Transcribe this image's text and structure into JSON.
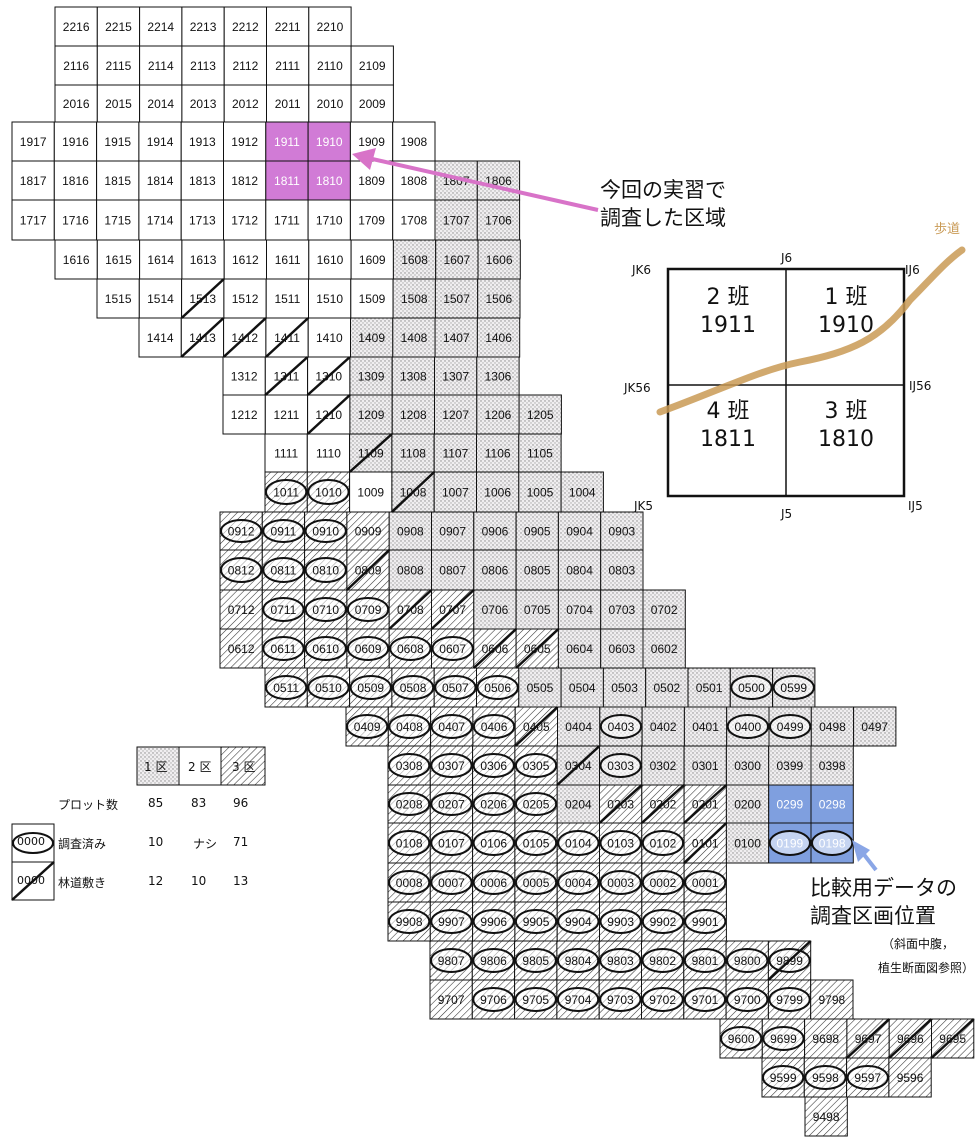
{
  "grid_rows": [
    {
      "labels": [
        "2216",
        "2215",
        "2214",
        "2213",
        "2212",
        "2211",
        "2210"
      ]
    },
    {
      "labels": [
        "2116",
        "2115",
        "2114",
        "2113",
        "2112",
        "2111",
        "2110",
        "2109"
      ]
    },
    {
      "labels": [
        "2016",
        "2015",
        "2014",
        "2013",
        "2012",
        "2011",
        "2010",
        "2009"
      ]
    },
    {
      "labels": [
        "1917",
        "1916",
        "1915",
        "1914",
        "1913",
        "1912",
        "1911",
        "1910",
        "1909",
        "1908"
      ]
    },
    {
      "labels": [
        "1817",
        "1816",
        "1815",
        "1814",
        "1813",
        "1812",
        "1811",
        "1810",
        "1809",
        "1808",
        "1807",
        "1806"
      ]
    },
    {
      "labels": [
        "1717",
        "1716",
        "1715",
        "1714",
        "1713",
        "1712",
        "1711",
        "1710",
        "1709",
        "1708",
        "1707",
        "1706"
      ]
    },
    {
      "labels": [
        "1616",
        "1615",
        "1614",
        "1613",
        "1612",
        "1611",
        "1610",
        "1609",
        "1608",
        "1607",
        "1606"
      ]
    },
    {
      "labels": [
        "1515",
        "1514",
        "1513",
        "1512",
        "1511",
        "1510",
        "1509",
        "1508",
        "1507",
        "1506"
      ]
    },
    {
      "labels": [
        "1414",
        "1413",
        "1412",
        "1411",
        "1410",
        "1409",
        "1408",
        "1407",
        "1406"
      ]
    },
    {
      "labels": [
        "1312",
        "1311",
        "1310",
        "1309",
        "1308",
        "1307",
        "1306"
      ]
    },
    {
      "labels": [
        "1212",
        "1211",
        "1210",
        "1209",
        "1208",
        "1207",
        "1206",
        "1205"
      ]
    },
    {
      "labels": [
        "1111",
        "1110",
        "1109",
        "1108",
        "1107",
        "1106",
        "1105"
      ]
    },
    {
      "labels": [
        "1011",
        "1010",
        "1009",
        "1008",
        "1007",
        "1006",
        "1005",
        "1004"
      ]
    },
    {
      "labels": [
        "0912",
        "0911",
        "0910",
        "0909",
        "0908",
        "0907",
        "0906",
        "0905",
        "0904",
        "0903"
      ]
    },
    {
      "labels": [
        "0812",
        "0811",
        "0810",
        "0809",
        "0808",
        "0807",
        "0806",
        "0805",
        "0804",
        "0803"
      ]
    },
    {
      "labels": [
        "0712",
        "0711",
        "0710",
        "0709",
        "0708",
        "0707",
        "0706",
        "0705",
        "0704",
        "0703",
        "0702"
      ]
    },
    {
      "labels": [
        "0612",
        "0611",
        "0610",
        "0609",
        "0608",
        "0607",
        "0606",
        "0605",
        "0604",
        "0603",
        "0602"
      ]
    },
    {
      "labels": [
        "0511",
        "0510",
        "0509",
        "0508",
        "0507",
        "0506",
        "0505",
        "0504",
        "0503",
        "0502",
        "0501",
        "0500",
        "0599"
      ]
    },
    {
      "labels": [
        "0409",
        "0408",
        "0407",
        "0406",
        "0405",
        "0404",
        "0403",
        "0402",
        "0401",
        "0400",
        "0499",
        "0498",
        "0497"
      ]
    },
    {
      "labels": [
        "0308",
        "0307",
        "0306",
        "0305",
        "0304",
        "0303",
        "0302",
        "0301",
        "0300",
        "0399",
        "0398"
      ]
    },
    {
      "labels": [
        "0208",
        "0207",
        "0206",
        "0205",
        "0204",
        "0203",
        "0202",
        "0201",
        "0200",
        "0299",
        "0298"
      ]
    },
    {
      "labels": [
        "0108",
        "0107",
        "0106",
        "0105",
        "0104",
        "0103",
        "0102",
        "0101",
        "0100",
        "0199",
        "0198"
      ]
    },
    {
      "labels": [
        "0008",
        "0007",
        "0006",
        "0005",
        "0004",
        "0003",
        "0002",
        "0001"
      ]
    },
    {
      "labels": [
        "9908",
        "9907",
        "9906",
        "9905",
        "9904",
        "9903",
        "9902",
        "9901"
      ]
    },
    {
      "labels": [
        "9807",
        "9806",
        "9805",
        "9804",
        "9803",
        "9802",
        "9801",
        "9800",
        "9899"
      ]
    },
    {
      "labels": [
        "9707",
        "9706",
        "9705",
        "9704",
        "9703",
        "9702",
        "9701",
        "9700",
        "9799",
        "9798"
      ]
    },
    {
      "labels": [
        "9600",
        "9699",
        "9698",
        "9697",
        "9696",
        "9695"
      ]
    },
    {
      "labels": [
        "9599",
        "9598",
        "9597",
        "9596"
      ]
    },
    {
      "labels": [
        "9498"
      ]
    }
  ],
  "highlight": {
    "survey_color": "#d17bd6",
    "compare_color": "#7f9fdf",
    "survey_cells": [
      "1911",
      "1910",
      "1811",
      "1810"
    ],
    "compare_cells": [
      "0299",
      "0298",
      "0199",
      "0198"
    ]
  },
  "callouts": {
    "survey_line1": "今回の実習で",
    "survey_line2": "調査した区域",
    "compare_line1": "比較用データの",
    "compare_line2": "調査区画位置",
    "note_line1": "（斜面中腹，",
    "note_line2": "植生断面図参照）",
    "survey_arrow_color": "#d873c8",
    "compare_arrow_color": "#8aa6e6"
  },
  "inset": {
    "top_left": "JK6",
    "top_mid": "J6",
    "top_right": "IJ6",
    "mid_left": "JK56",
    "mid_right": "IJ56",
    "bot_left": "JK5",
    "bot_mid": "J5",
    "bot_right": "IJ5",
    "path_label": "歩道",
    "path_color": "#c99a55",
    "quadrants": [
      {
        "team": "2 班",
        "plot": "1911"
      },
      {
        "team": "1 班",
        "plot": "1910"
      },
      {
        "team": "4 班",
        "plot": "1811"
      },
      {
        "team": "3 班",
        "plot": "1810"
      }
    ]
  },
  "legend": {
    "headers": [
      "1 区",
      "2 区",
      "3 区"
    ],
    "row_plot_count": {
      "label": "プロット数",
      "values": [
        "85",
        "83",
        "96"
      ]
    },
    "row_surveyed": {
      "symbol": "0000",
      "label": "調査済み",
      "values": [
        "10",
        "ナシ",
        "71"
      ]
    },
    "row_road": {
      "symbol": "0000",
      "label": "林道敷き",
      "values": [
        "12",
        "10",
        "13"
      ]
    }
  }
}
